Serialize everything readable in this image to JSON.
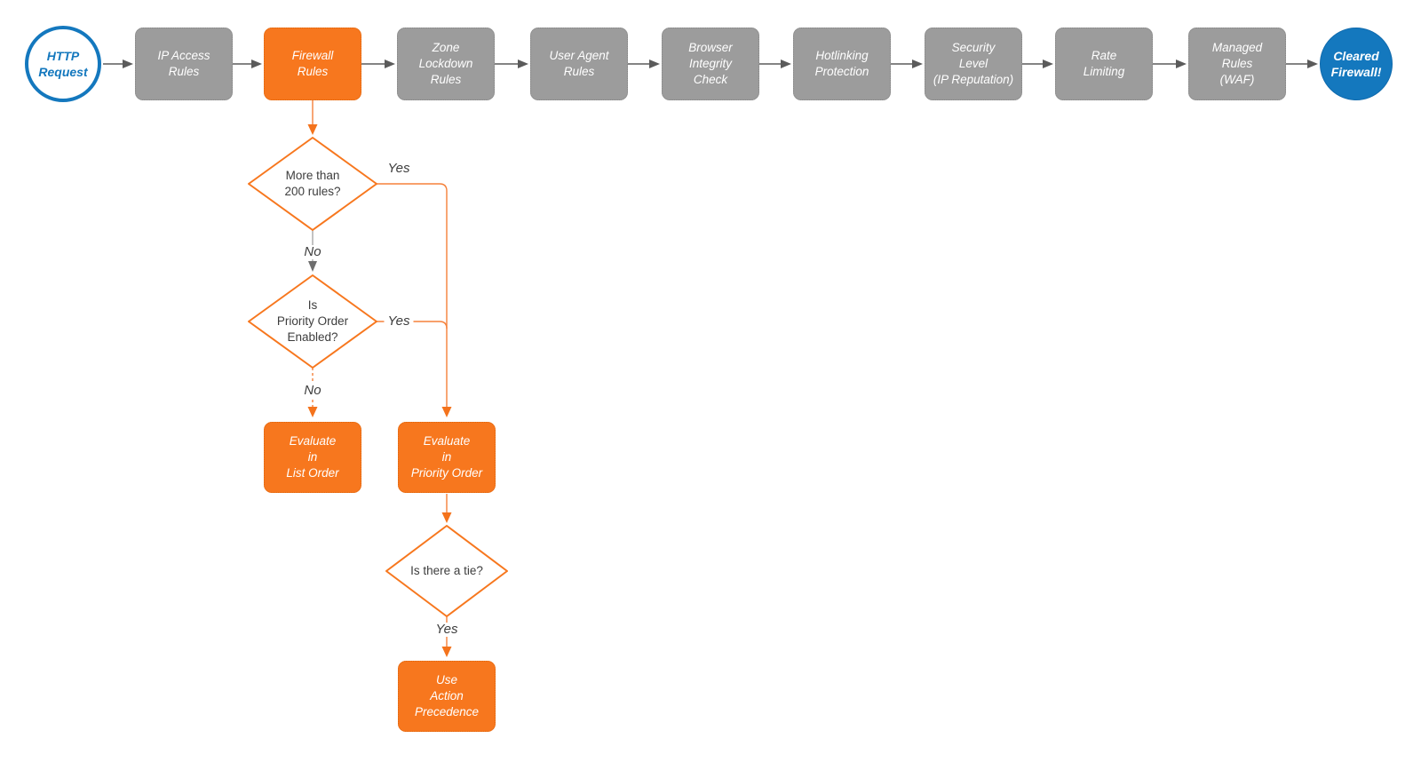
{
  "diagram": {
    "start": {
      "label": "HTTP\nRequest"
    },
    "end": {
      "label": "Cleared\nFirewall!"
    },
    "pipeline": [
      {
        "id": "ip-access-rules",
        "label": "IP Access\nRules"
      },
      {
        "id": "firewall-rules",
        "label": "Firewall\nRules",
        "highlighted": true
      },
      {
        "id": "zone-lockdown-rules",
        "label": "Zone\nLockdown\nRules"
      },
      {
        "id": "user-agent-rules",
        "label": "User Agent\nRules"
      },
      {
        "id": "browser-integrity-check",
        "label": "Browser\nIntegrity\nCheck"
      },
      {
        "id": "hotlinking-protection",
        "label": "Hotlinking\nProtection"
      },
      {
        "id": "security-level",
        "label": "Security\nLevel\n(IP Reputation)"
      },
      {
        "id": "rate-limiting",
        "label": "Rate\nLimiting"
      },
      {
        "id": "managed-rules-waf",
        "label": "Managed\nRules\n(WAF)"
      }
    ],
    "decisions": [
      {
        "id": "more-than-200-rules",
        "label": "More than\n200 rules?"
      },
      {
        "id": "priority-order-enabled",
        "label": "Is\nPriority Order\nEnabled?"
      },
      {
        "id": "is-there-a-tie",
        "label": "Is there a tie?"
      }
    ],
    "actions": [
      {
        "id": "evaluate-list-order",
        "label": "Evaluate\nin\nList Order"
      },
      {
        "id": "evaluate-priority-order",
        "label": "Evaluate\nin\nPriority Order"
      },
      {
        "id": "use-action-precedence",
        "label": "Use\nAction\nPrecedence"
      }
    ],
    "edge_labels": {
      "d1_yes": "Yes",
      "d1_no": "No",
      "d2_yes": "Yes",
      "d2_no": "No",
      "tie_yes": "Yes"
    },
    "colors": {
      "accent_orange": "#F7771E",
      "node_gray": "#9C9C9C",
      "brand_blue": "#1478BE",
      "connector_dark": "#5B5B5B",
      "connector_orange": "#F5813A"
    }
  }
}
